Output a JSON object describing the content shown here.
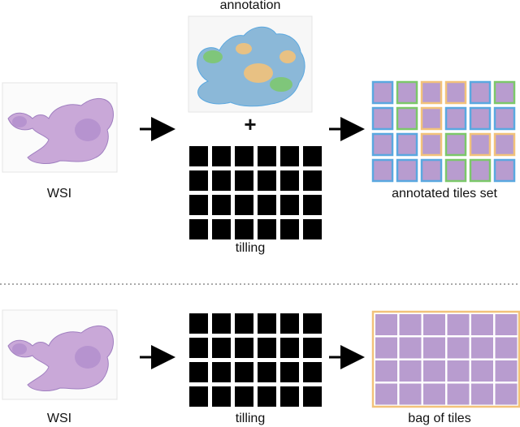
{
  "top": {
    "wsi_label": "WSI",
    "annotation_label": "annotation",
    "plus_symbol": "+",
    "tiling_label": "tilling",
    "output_label": "annotated tiles set"
  },
  "bottom": {
    "wsi_label": "WSI",
    "tiling_label": "tilling",
    "output_label": "bag of tiles"
  },
  "colors": {
    "tissue": "#c9a8d8",
    "tissue_dark": "#a07fc0",
    "tile_fill": "#b89ccf",
    "annot_blue": "#5aa8e0",
    "annot_green": "#7cc86a",
    "annot_orange": "#f2c27a",
    "grid": "#000000",
    "separator": "#555555"
  },
  "tile_border_pattern": [
    [
      "blue",
      "green",
      "orange",
      "orange",
      "blue",
      "green"
    ],
    [
      "blue",
      "green",
      "orange",
      "blue",
      "blue",
      "blue"
    ],
    [
      "blue",
      "blue",
      "orange",
      "green",
      "orange",
      "orange"
    ],
    [
      "blue",
      "blue",
      "blue",
      "green",
      "green",
      "blue"
    ]
  ]
}
